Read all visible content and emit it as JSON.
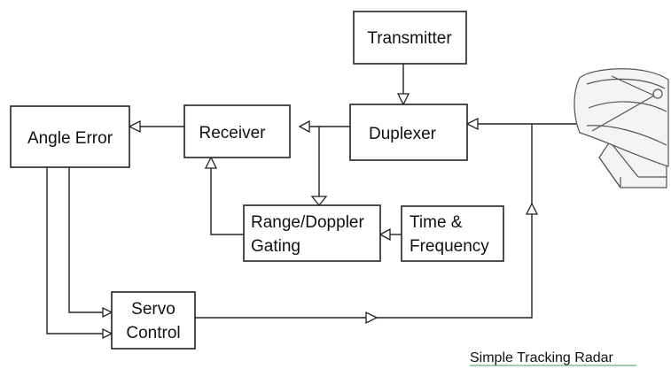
{
  "blocks": {
    "transmitter": "Transmitter",
    "angle_error": "Angle Error",
    "receiver": "Receiver",
    "duplexer": "Duplexer",
    "range_doppler_line1": "Range/Doppler",
    "range_doppler_line2": "Gating",
    "time_freq_line1": "Time &",
    "time_freq_line2": "Frequency",
    "servo_line1": "Servo",
    "servo_line2": "Control"
  },
  "caption": "Simple Tracking Radar",
  "icons": {
    "antenna": "radar-dish-antenna-icon"
  }
}
